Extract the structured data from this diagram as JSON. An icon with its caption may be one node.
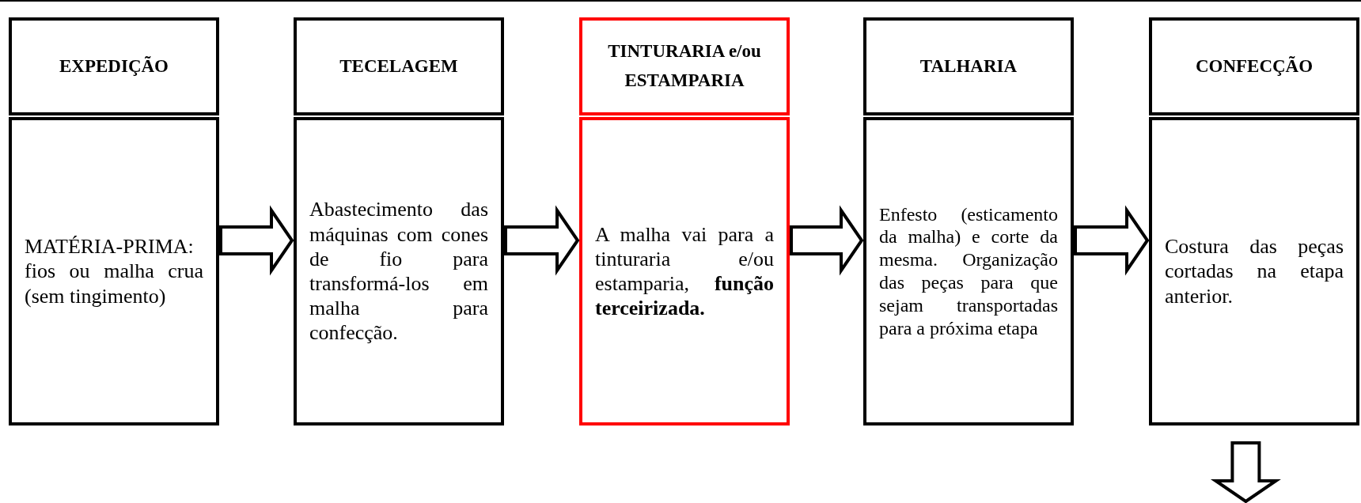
{
  "diagram": {
    "nodes": [
      {
        "text": [
          "EXPEDIÇÃO"
        ]
      },
      {
        "text": [
          "MATÉRIA-PRIMA: fios ou malha crua (sem tingimento)"
        ]
      },
      {
        "text": [
          "TECELAGEM"
        ]
      },
      {
        "text": [
          "Abastecimento das máquinas com cones de fio para transformá-los em malha para confecção."
        ]
      },
      {
        "text": [
          "TINTURARIA e/ou ESTAMPARIA"
        ]
      },
      {
        "text": [
          "A malha vai para a tinturaria e/ou estamparia, **função terceirizada.**"
        ]
      },
      {
        "text": [
          "TALHARIA"
        ]
      },
      {
        "text": [
          "Enfesto (esticamento da malha) e corte da mesma. Organização das peças para que sejam transportadas para a próxima etapa"
        ]
      },
      {
        "text": [
          "CONFECÇÃO"
        ]
      },
      {
        "text": [
          "Costura das peças cortadas na etapa anterior."
        ]
      }
    ],
    "edges": [
      {
        "from": 1,
        "to": 3,
        "arrow": "to"
      },
      {
        "from": 3,
        "to": 5,
        "arrow": "to"
      },
      {
        "from": 5,
        "to": 7,
        "arrow": "to"
      },
      {
        "from": 7,
        "to": 9,
        "arrow": "to"
      },
      {
        "from": 9,
        "to": null,
        "arrow": "to"
      }
    ]
  }
}
